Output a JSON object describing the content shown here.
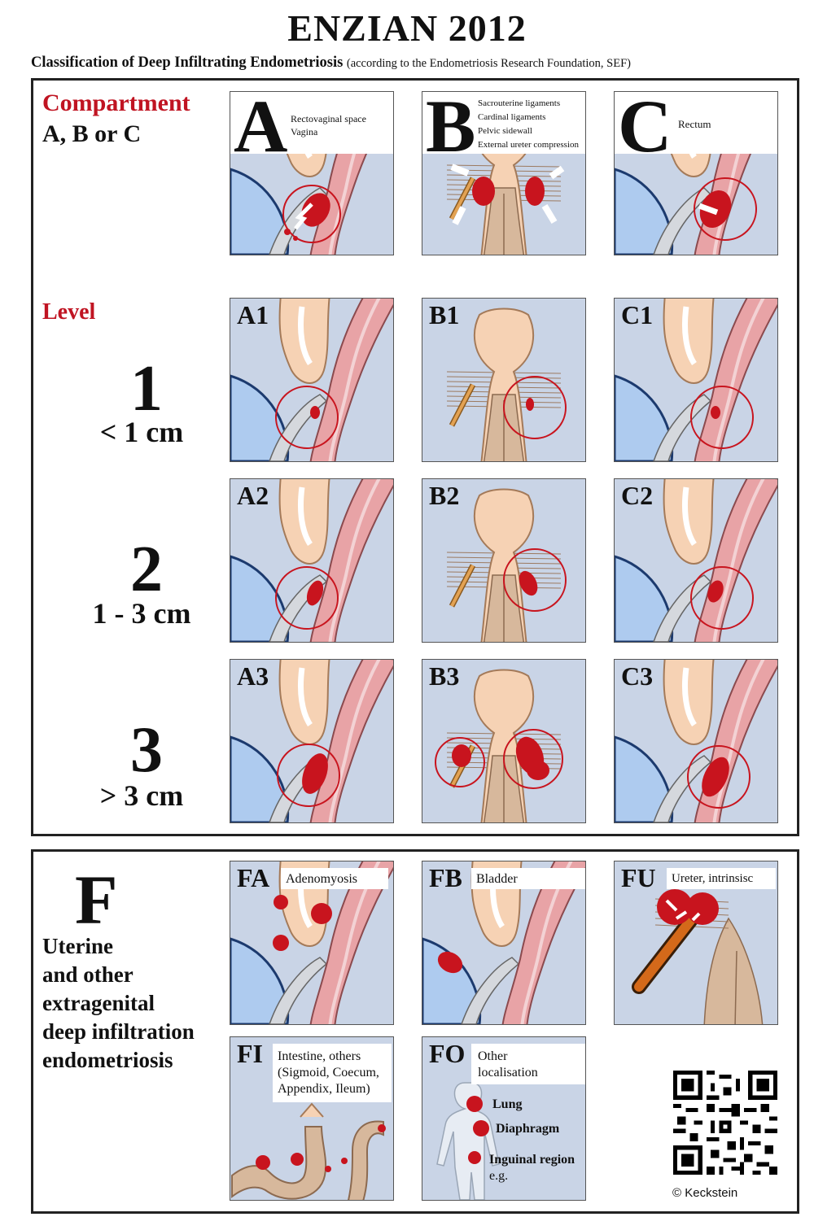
{
  "header": {
    "title": "ENZIAN 2012",
    "subtitle_main": "Classification of Deep Infiltrating Endometriosis",
    "subtitle_note": "(according to the Endometriosis Research Foundation, SEF)"
  },
  "compartment": {
    "heading": "Compartment",
    "subheading": "A, B or C",
    "panels": [
      {
        "letter": "A",
        "desc": [
          "Rectovaginal space",
          "Vagina"
        ]
      },
      {
        "letter": "B",
        "desc": [
          "Sacrouterine ligaments",
          "Cardinal ligaments",
          "Pelvic sidewall",
          "External ureter compression"
        ]
      },
      {
        "letter": "C",
        "desc": [
          "Rectum"
        ]
      }
    ]
  },
  "level": {
    "heading": "Level",
    "rows": [
      {
        "number": "1",
        "size": "< 1 cm",
        "labels": [
          "A1",
          "B1",
          "C1"
        ]
      },
      {
        "number": "2",
        "size": "1 - 3 cm",
        "labels": [
          "A2",
          "B2",
          "C2"
        ]
      },
      {
        "number": "3",
        "size": "> 3 cm",
        "labels": [
          "A3",
          "B3",
          "C3"
        ]
      }
    ]
  },
  "f_section": {
    "letter": "F",
    "description": [
      "Uterine",
      "and other",
      "extragenital",
      "deep infiltration",
      "endometriosis"
    ],
    "panels": [
      {
        "code": "FA",
        "desc": [
          "Adenomyosis"
        ]
      },
      {
        "code": "FB",
        "desc": [
          "Bladder"
        ]
      },
      {
        "code": "FU",
        "desc": [
          "Ureter, intrinsisc"
        ]
      },
      {
        "code": "FI",
        "desc": [
          "Intestine, others",
          "(Sigmoid, Coecum,",
          "Appendix, Ileum)"
        ]
      },
      {
        "code": "FO",
        "desc": [
          "Other",
          "localisation"
        ],
        "organs": [
          "Lung",
          "Diaphragm",
          "Inguinal region",
          "e.g."
        ]
      }
    ]
  },
  "footer": {
    "copyright": "© Keckstein"
  },
  "colors": {
    "lesion": "#c8141e",
    "label_red": "#c01422",
    "panel_bg": "#c9d4e6",
    "uterus": "#f6d2b4",
    "rectum_wall": "#e8a3a6",
    "bladder": "#aecbef",
    "ureter": "#d7b89c"
  },
  "icons": [
    "qr-code-icon",
    "lesion-icon",
    "ureter-icon",
    "arrow-icon"
  ]
}
